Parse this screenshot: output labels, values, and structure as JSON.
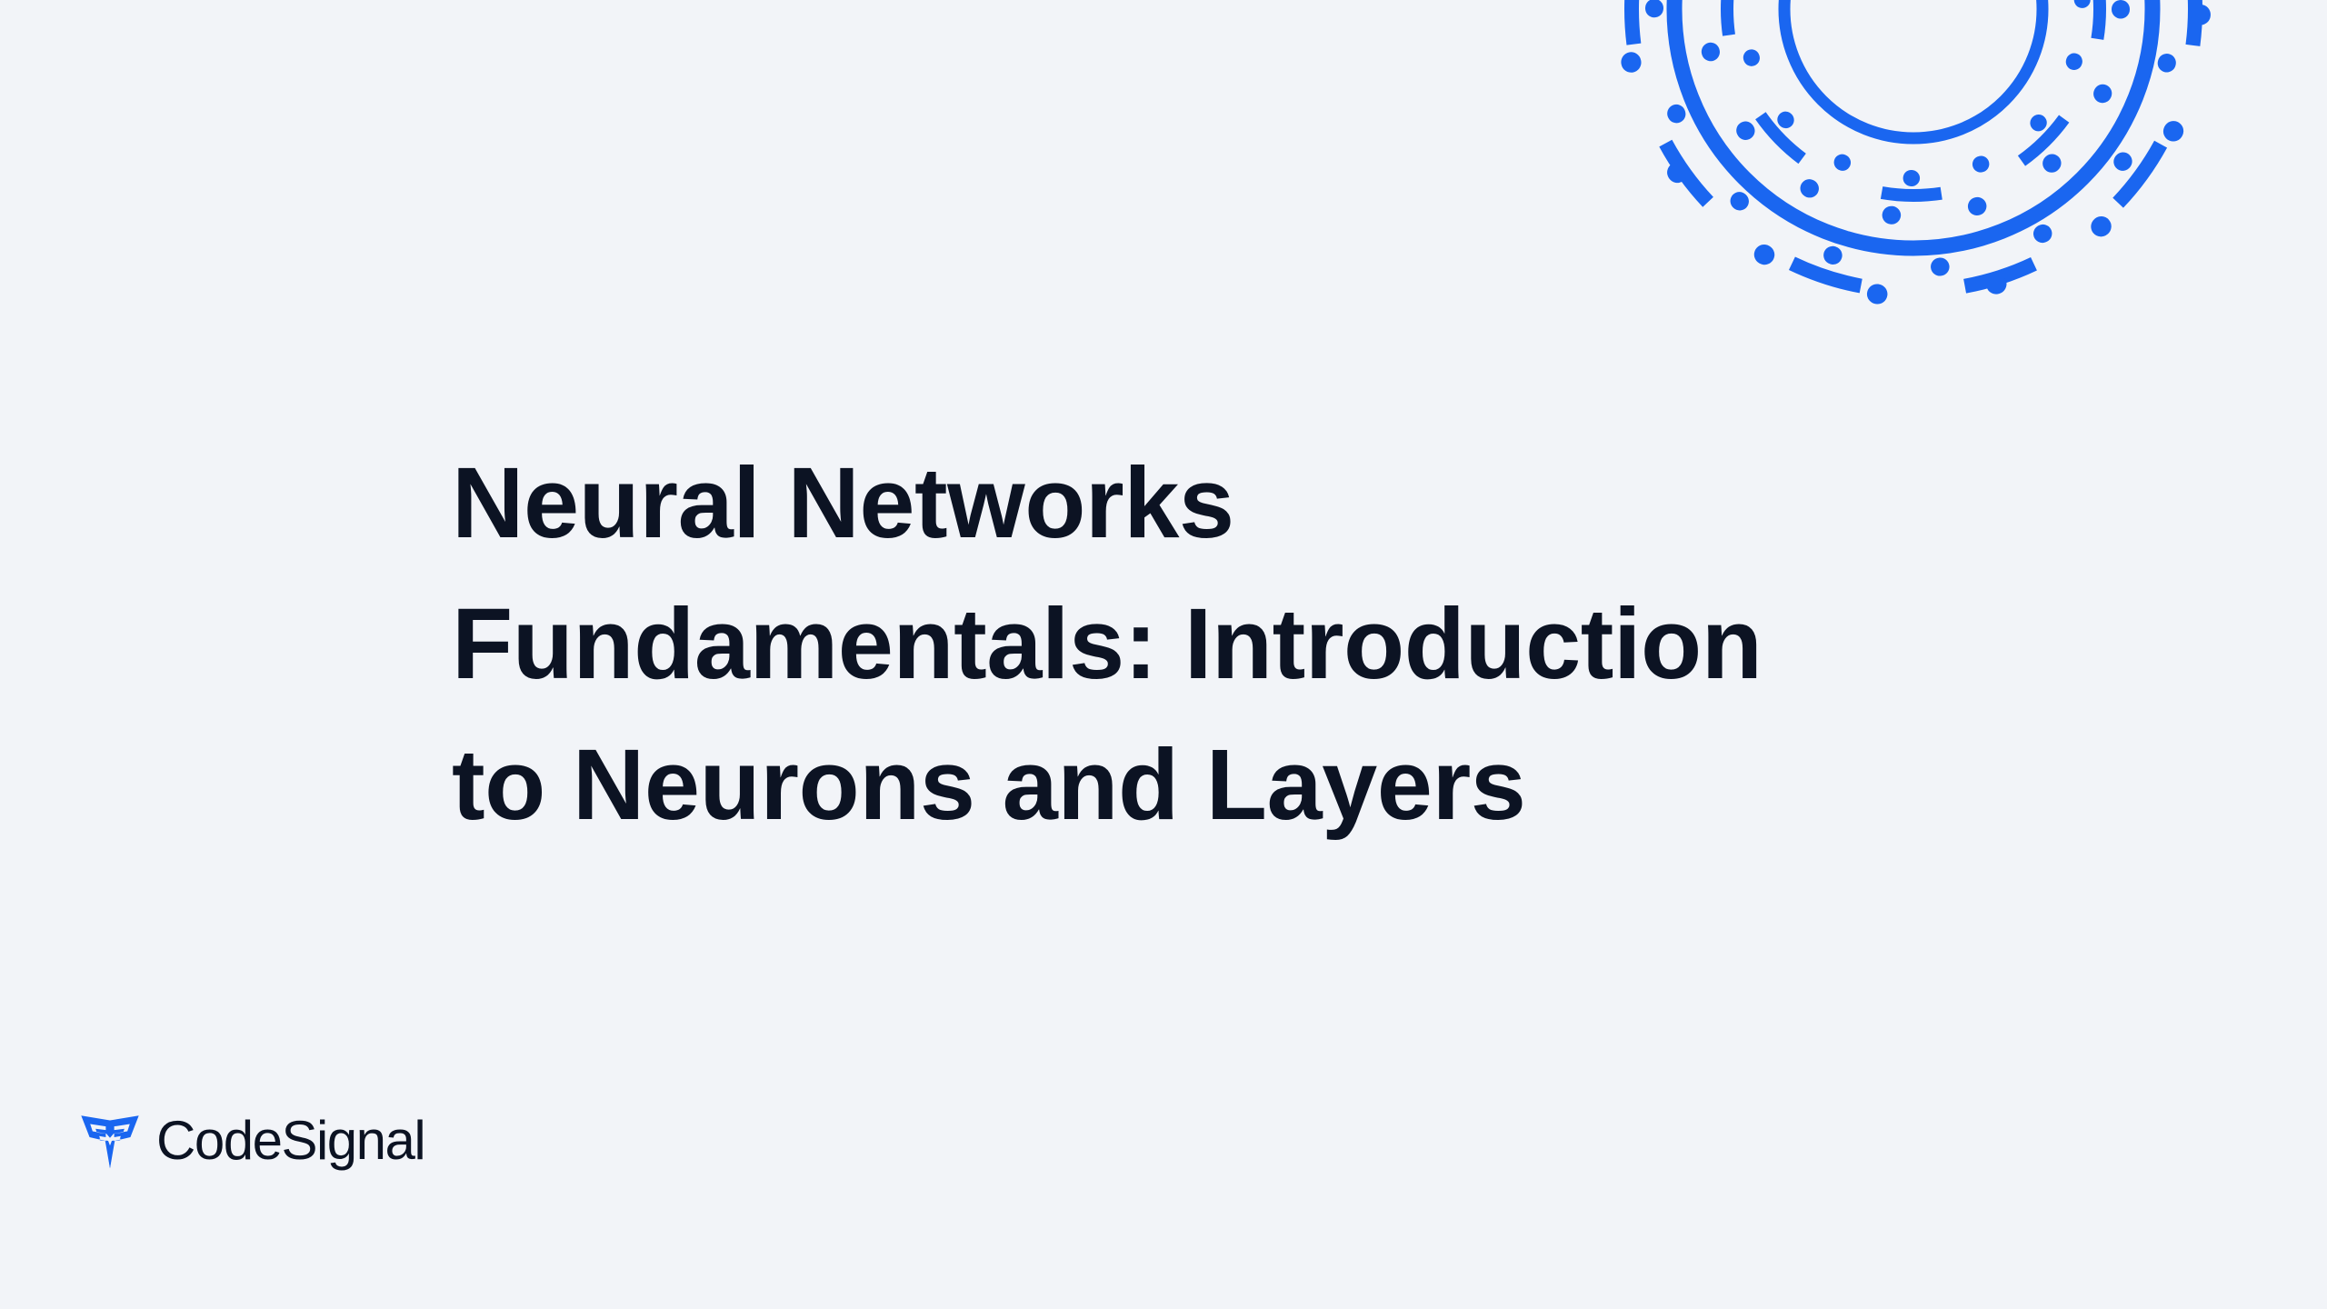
{
  "slide": {
    "background_color": "#f2f4f8",
    "accent_color": "#1a66f0",
    "text_color": "#0c1323"
  },
  "title": {
    "full_text": "Neural Networks Fundamentals: Introduction to Neurons and Layers",
    "lines": [
      "Neural Networks",
      "Fundamentals: Introduction",
      "to Neurons and Layers"
    ]
  },
  "brand": {
    "name": "CodeSignal",
    "logo_mark_name": "codesignal-chevron-mark",
    "logo_mark_color": "#1a66f0",
    "wordmark_color": "#0c1323"
  },
  "decoration": {
    "name": "concentric-rings-ornament",
    "color": "#1a66f0",
    "rings": [
      {
        "style": "solid",
        "radius": 142,
        "stroke": 13
      },
      {
        "style": "dotted",
        "radius": 186,
        "dot_radius": 9
      },
      {
        "style": "dashed",
        "radius": 205,
        "stroke": 14
      },
      {
        "style": "dotted",
        "radius": 228,
        "dot_radius": 10
      },
      {
        "style": "solid",
        "radius": 263,
        "stroke": 17
      },
      {
        "style": "dotted",
        "radius": 285,
        "dot_radius": 10
      },
      {
        "style": "dashed",
        "radius": 310,
        "stroke": 16
      },
      {
        "style": "dotted",
        "radius": 316,
        "dot_radius": 11
      }
    ]
  }
}
